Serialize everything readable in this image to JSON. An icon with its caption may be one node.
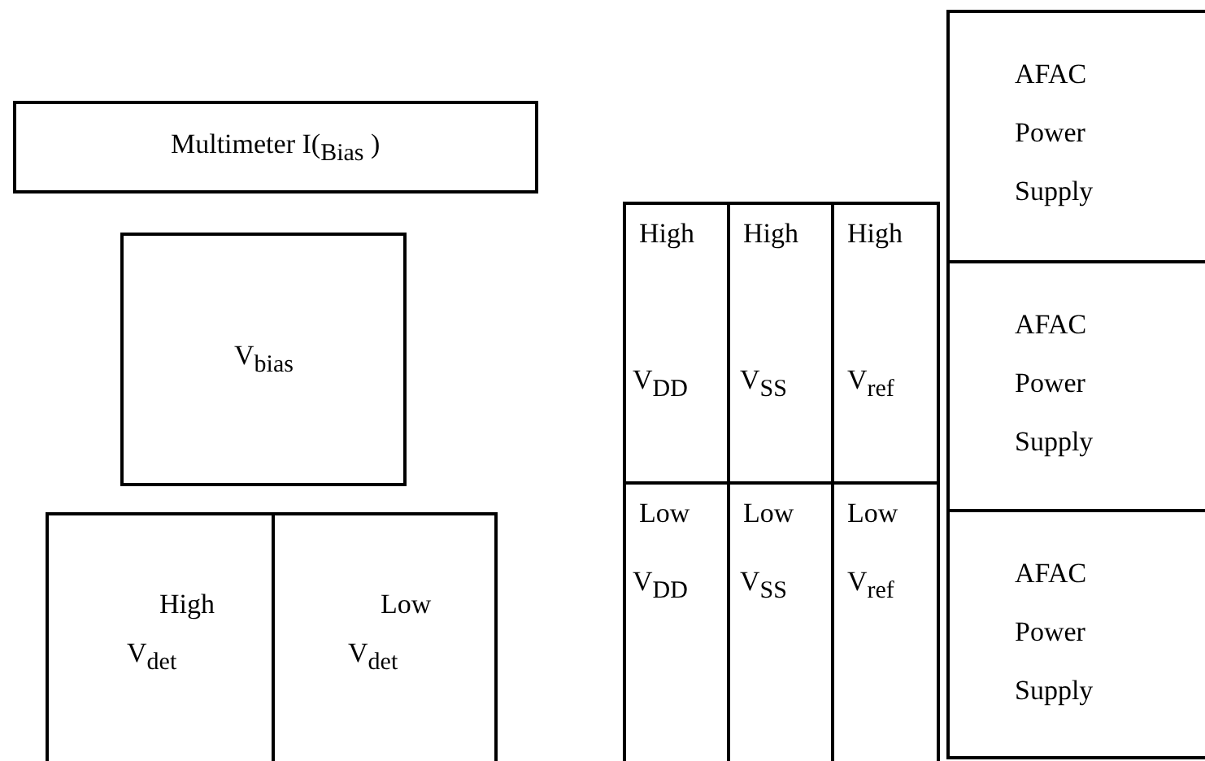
{
  "diagram": {
    "nodes": [
      {
        "text": [
          "Multimeter I($_{Bias}$ )"
        ]
      },
      {
        "text": [
          "V$_{bias}$"
        ]
      },
      {
        "text": [
          "High",
          "V$_{det}$"
        ]
      },
      {
        "text": [
          "Low",
          "V$_{det}$"
        ]
      },
      {
        "text": [
          "High",
          "V$_{DD}$"
        ]
      },
      {
        "text": [
          "High",
          "V$_{SS}$"
        ]
      },
      {
        "text": [
          "High",
          "V$_{ref}$"
        ]
      },
      {
        "text": [
          "AFAC Power Supply"
        ]
      },
      {
        "text": [
          "Low",
          "V$_{DD}$"
        ]
      },
      {
        "text": [
          "Low",
          "V$_{SS}$"
        ]
      },
      {
        "text": [
          "Low",
          "V$_{ref}$"
        ]
      },
      {
        "text": [
          "AFAC Power Supply"
        ]
      },
      {
        "text": [
          "AFAC Power Supply"
        ]
      }
    ]
  }
}
